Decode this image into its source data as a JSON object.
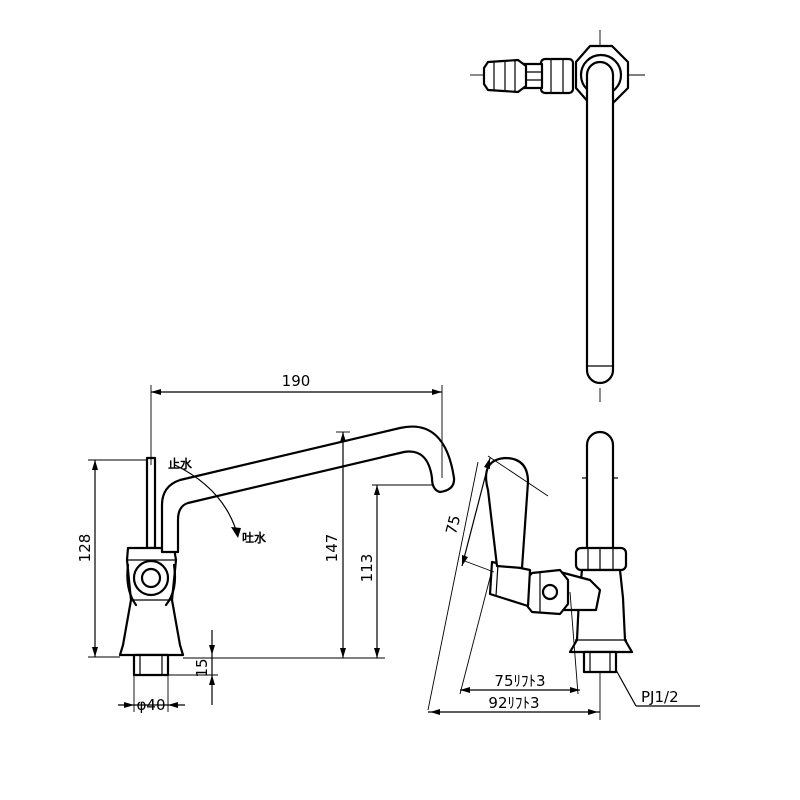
{
  "dimensions": {
    "width_190": "190",
    "height_128": "128",
    "height_147": "147",
    "height_113": "113",
    "height_15": "15",
    "diameter_40": "φ40",
    "angle_75": "75",
    "reach_75": "75ﾘﾌﾄ3",
    "reach_92": "92ﾘﾌﾄ3"
  },
  "labels": {
    "shutoff": "止水",
    "discharge": "吐水",
    "thread": "PJ1/2"
  },
  "colors": {
    "line": "#000000",
    "background": "#ffffff"
  }
}
